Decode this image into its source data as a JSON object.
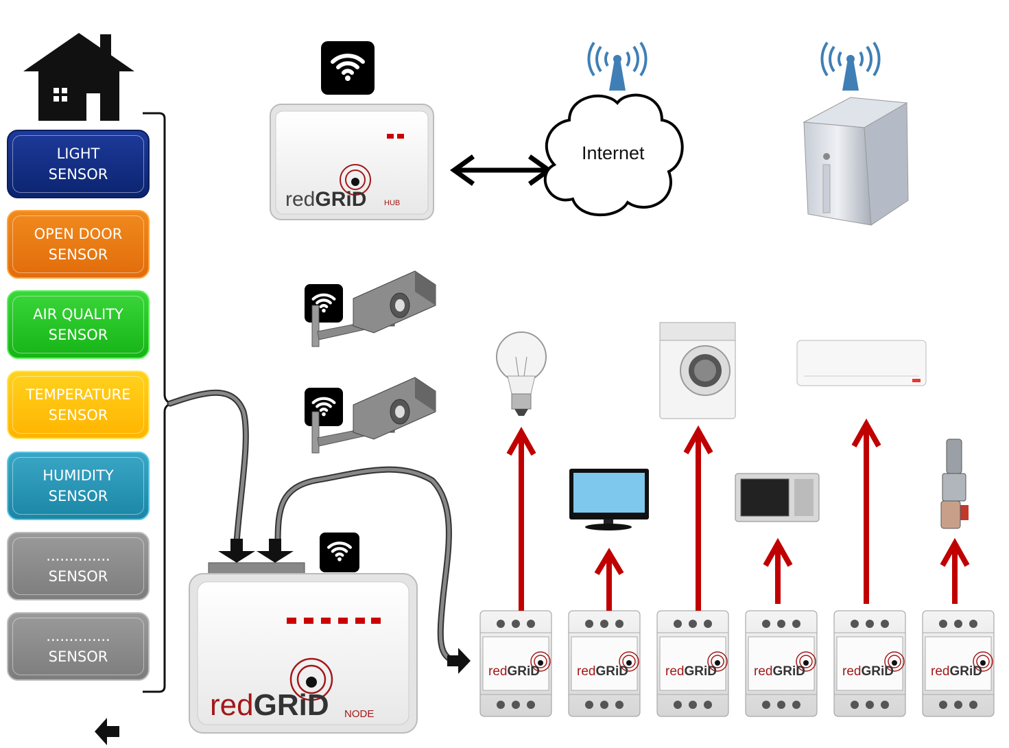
{
  "sensors": [
    {
      "line1": "LIGHT",
      "line2": "SENSOR",
      "style": "blue"
    },
    {
      "line1": "OPEN DOOR",
      "line2": "SENSOR",
      "style": "orange"
    },
    {
      "line1": "AIR QUALITY",
      "line2": "SENSOR",
      "style": "green"
    },
    {
      "line1": "TEMPERATURE",
      "line2": "SENSOR",
      "style": "yellow"
    },
    {
      "line1": "HUMIDITY",
      "line2": "SENSOR",
      "style": "cyan"
    },
    {
      "line1": "..............",
      "line2": "SENSOR",
      "style": "gray"
    },
    {
      "line1": "..............",
      "line2": "SENSOR",
      "style": "gray"
    }
  ],
  "cloud": {
    "label": "Internet"
  },
  "hub": {
    "brand_a": "red",
    "brand_b": "GRiD",
    "subtitle": "HUB"
  },
  "node": {
    "brand_a": "red",
    "brand_b": "GRiD",
    "subtitle": "NODE"
  },
  "modules": [
    {
      "brand_a": "red",
      "brand_b": "GRiD",
      "device": "light-bulb"
    },
    {
      "brand_a": "red",
      "brand_b": "GRiD",
      "device": "television"
    },
    {
      "brand_a": "red",
      "brand_b": "GRiD",
      "device": "washing-machine"
    },
    {
      "brand_a": "red",
      "brand_b": "GRiD",
      "device": "microwave"
    },
    {
      "brand_a": "red",
      "brand_b": "GRiD",
      "device": "air-conditioner"
    },
    {
      "brand_a": "red",
      "brand_b": "GRiD",
      "device": "water-pump"
    }
  ],
  "icons": [
    "house-icon",
    "wifi-icon",
    "antenna-icon",
    "server-icon",
    "camera-icon"
  ],
  "colors": {
    "arrow_red": "#c00000",
    "brand_red": "#a31818",
    "cable_gray": "#777777"
  }
}
